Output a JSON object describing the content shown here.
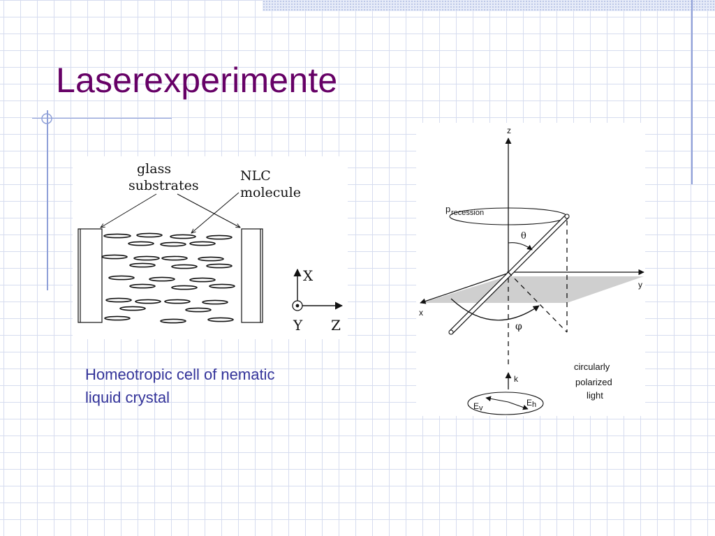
{
  "slide": {
    "title": "Laserexperimente",
    "caption_lines": [
      "Homeotropic cell of nematic",
      "liquid crystal"
    ]
  },
  "cell_diagram": {
    "label_glass": [
      "glass",
      "substrates"
    ],
    "label_nlc": [
      "NLC",
      "molecule"
    ],
    "axis_x": "X",
    "axis_y": "Y",
    "axis_z": "Z"
  },
  "precession_diagram": {
    "axis_z": "z",
    "axis_y": "y",
    "axis_x": "x",
    "precession_label_p": "p",
    "precession_label_rest": "recession",
    "theta": "θ",
    "phi": "φ",
    "k": "k",
    "ev_e": "E",
    "ev_sub": "v",
    "eh_e": "E",
    "eh_sub": "h",
    "light_label": [
      "circularly",
      "polarized",
      "light"
    ]
  },
  "colors": {
    "title": "#660066",
    "caption": "#333399",
    "grid": "#d6dcef",
    "accent_line": "#8fa0d8"
  }
}
